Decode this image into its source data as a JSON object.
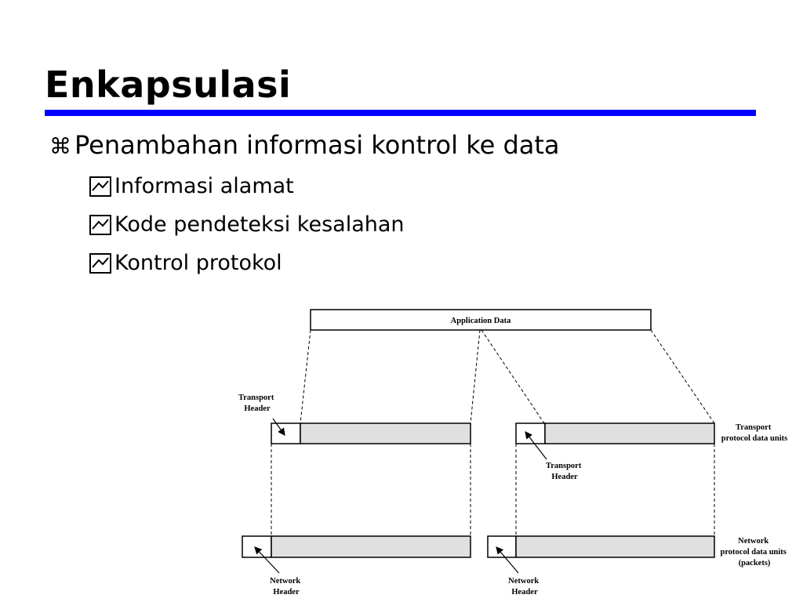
{
  "slide": {
    "title": "Enkapsulasi",
    "bullet_main": "Penambahan informasi kontrol ke data",
    "sub_bullets": [
      "Informasi alamat",
      "Kode pendeteksi kesalahan",
      "Kontrol protokol"
    ]
  },
  "icons": {
    "main_bullet": "command-key-icon",
    "sub_bullet": "checked-box-icon"
  },
  "colors": {
    "rule": "#0000ff",
    "pdu_fill": "#e0e0e0"
  },
  "diagram": {
    "application_data": "Application Data",
    "transport_header_left": [
      "Transport",
      "Header"
    ],
    "transport_header_right": [
      "Transport",
      "Header"
    ],
    "transport_pdu": [
      "Transport",
      "protocol data units"
    ],
    "network_header_left": [
      "Network",
      "Header"
    ],
    "network_header_right": [
      "Network",
      "Header"
    ],
    "network_pdu": [
      "Network",
      "protocol data units",
      "(packets)"
    ]
  }
}
